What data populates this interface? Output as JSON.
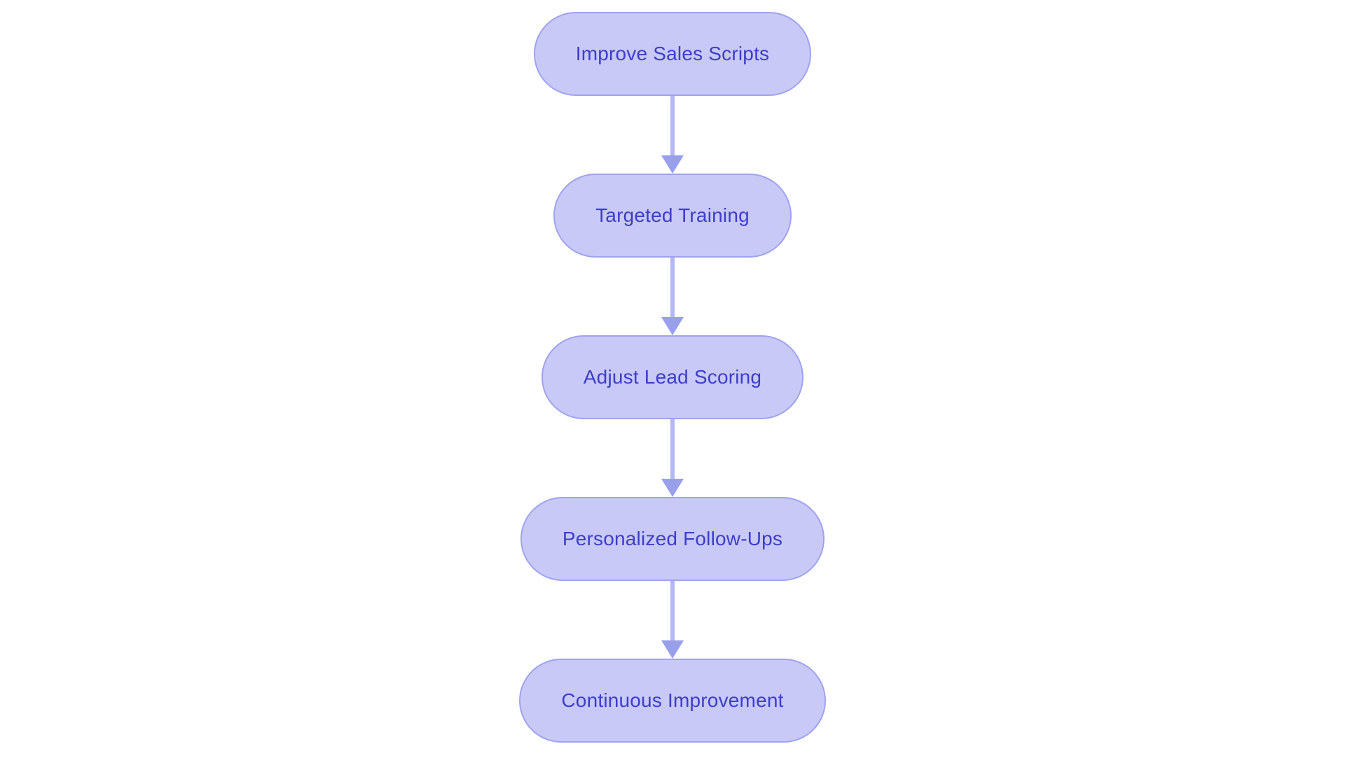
{
  "diagram": {
    "type": "flowchart",
    "direction": "top-down",
    "nodes": [
      {
        "id": "n1",
        "label": "Improve Sales Scripts"
      },
      {
        "id": "n2",
        "label": "Targeted Training"
      },
      {
        "id": "n3",
        "label": "Adjust Lead Scoring"
      },
      {
        "id": "n4",
        "label": "Personalized Follow-Ups"
      },
      {
        "id": "n5",
        "label": "Continuous Improvement"
      }
    ],
    "edges": [
      {
        "from": "n1",
        "to": "n2"
      },
      {
        "from": "n2",
        "to": "n3"
      },
      {
        "from": "n3",
        "to": "n4"
      },
      {
        "from": "n4",
        "to": "n5"
      }
    ],
    "colors": {
      "node_fill": "#c8c9f7",
      "node_border": "#9fa3ee",
      "node_text": "#3d3ec9",
      "arrow_shaft": "#b5b8f2",
      "arrow_head": "#98a0ec",
      "background": "#ffffff"
    }
  }
}
